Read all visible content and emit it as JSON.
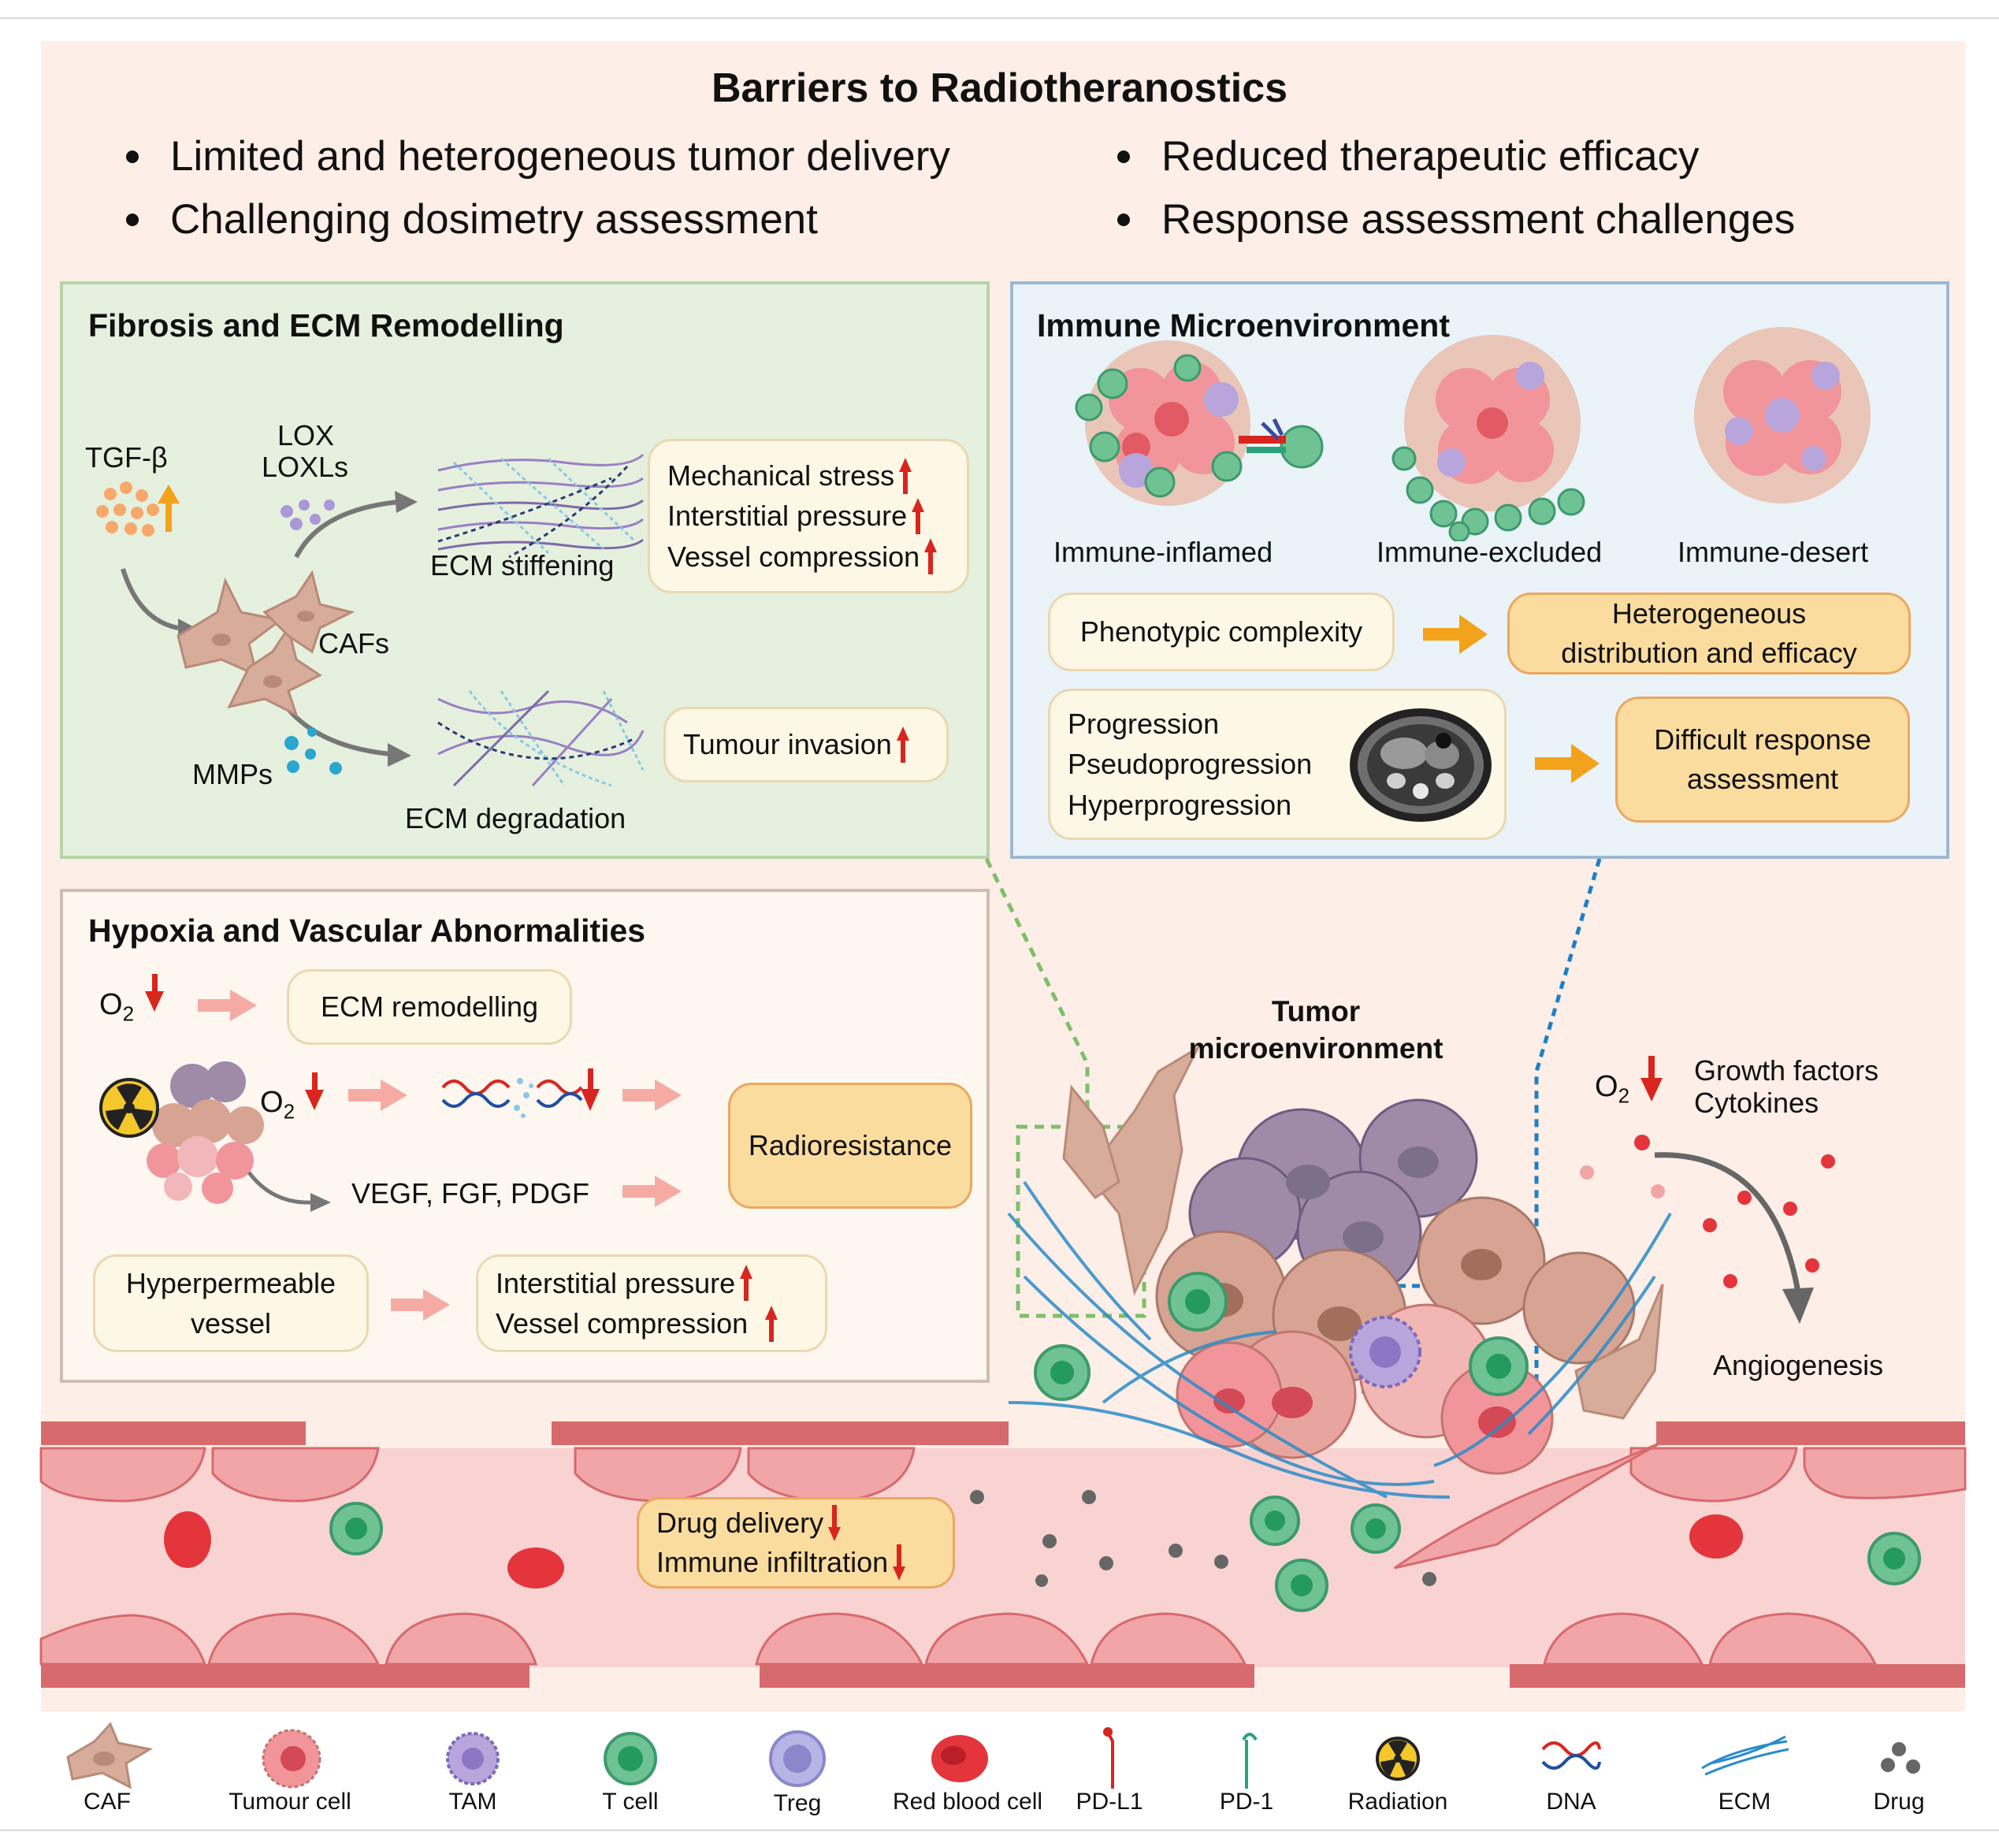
{
  "header": {
    "title": "Barriers to Radiotheranostics",
    "bullets": [
      "Limited and heterogeneous tumor delivery",
      "Challenging dosimetry assessment",
      "Reduced therapeutic efficacy",
      "Response assessment challenges"
    ]
  },
  "fibrosis": {
    "title": "Fibrosis and ECM Remodelling",
    "tgf": "TGF-β",
    "lox": "LOX",
    "loxls": "LOXLs",
    "cafs": "CAFs",
    "mmps": "MMPs",
    "ecm_stiffening": "ECM stiffening",
    "ecm_degradation": "ECM degradation",
    "effects": [
      "Mechanical stress",
      "Interstitial pressure",
      "Vessel compression"
    ],
    "invasion": "Tumour invasion"
  },
  "immune": {
    "title": "Immune Microenvironment",
    "phenotypes": [
      "Immune-inflamed",
      "Immune-excluded",
      "Immune-desert"
    ],
    "complexity": "Phenotypic complexity",
    "heterogeneous": "Heterogeneous distribution and efficacy",
    "progression": [
      "Progression",
      "Pseudoprogression",
      "Hyperprogression"
    ],
    "difficult": "Difficult response assessment"
  },
  "hypoxia": {
    "title": "Hypoxia and Vascular Abnormalities",
    "o2_main": "O",
    "o2_sub": "2",
    "ecm_remodelling": "ECM remodelling",
    "growth": "VEGF, FGF, PDGF",
    "radioresistance": "Radioresistance",
    "hyperpermeable": "Hyperpermeable vessel",
    "effects": [
      "Interstitial pressure",
      "Vessel compression"
    ]
  },
  "tme": {
    "title_lines": [
      "Tumor",
      "microenvironment"
    ],
    "factors": [
      "Growth factors",
      "Cytokines"
    ],
    "angiogenesis": "Angiogenesis",
    "vessel_effects": [
      "Drug delivery",
      "Immune infiltration"
    ]
  },
  "legend": [
    "CAF",
    "Tumour cell",
    "TAM",
    "T cell",
    "Treg",
    "Red blood cell",
    "PD-L1",
    "PD-1",
    "Radiation",
    "DNA",
    "ECM",
    "Drug"
  ],
  "colors": {
    "background": "#fdeee7",
    "fibrosis_panel": "#e5f0de",
    "immune_panel": "#eaf3f8",
    "hypoxia_panel": "#fdf7f0",
    "vessel": "#f8d3d2",
    "up_arrow": "#d8261f",
    "pink_arrow": "#f6aaa4",
    "orange_arrow": "#f3a21c",
    "t_cell": "#6fc294",
    "tumour_cell": "#f1959b",
    "caf": "#d8ac9a"
  }
}
